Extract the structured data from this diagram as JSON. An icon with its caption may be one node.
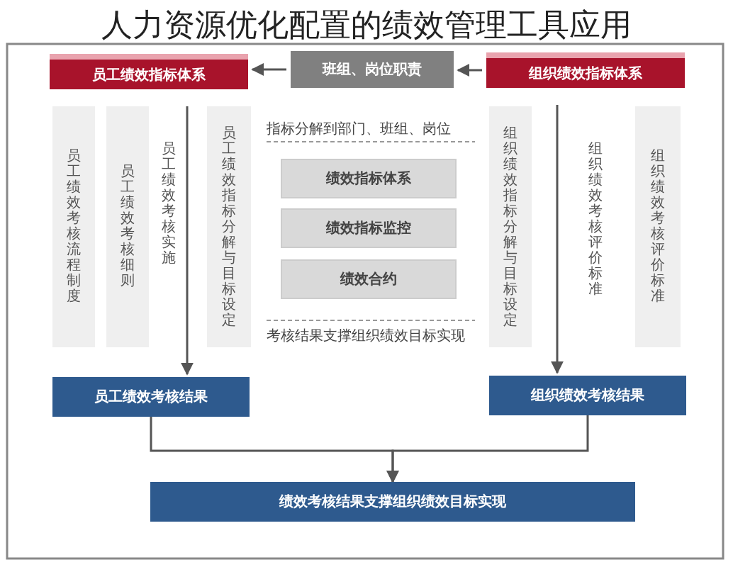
{
  "diagram": {
    "title": "人力资源优化配置的绩效管理工具应用",
    "nodes": [
      {
        "text": [
          "员工绩效指标体系"
        ]
      },
      {
        "text": [
          "班组、岗位职责"
        ]
      },
      {
        "text": [
          "组织绩效指标体系"
        ]
      },
      {
        "text": [
          "员工绩效考核流程制度"
        ]
      },
      {
        "text": [
          "员工绩效考核细则"
        ]
      },
      {
        "text": [
          "员工绩效指标分解与目标设定"
        ]
      },
      {
        "text": [
          "绩效指标体系"
        ]
      },
      {
        "text": [
          "绩效指标监控"
        ]
      },
      {
        "text": [
          "绩效合约"
        ]
      },
      {
        "text": [
          "组织绩效指标分解与目标设定"
        ]
      },
      {
        "text": [
          "组织绩效考核评价标准"
        ]
      },
      {
        "text": [
          "员工绩效考核结果"
        ]
      },
      {
        "text": [
          "组织绩效考核结果"
        ]
      },
      {
        "text": [
          "绩效考核结果支撑组织绩效目标实现"
        ]
      }
    ],
    "edges": [
      {
        "from": 1,
        "to": 0,
        "arrow": "to"
      },
      {
        "from": 2,
        "to": 1,
        "arrow": "to"
      },
      {
        "from": 0,
        "to": 11,
        "arrow": "to"
      },
      {
        "from": 2,
        "to": 12,
        "arrow": "to"
      },
      {
        "from": 11,
        "to": 13,
        "arrow": "to"
      },
      {
        "from": 12,
        "to": 13,
        "arrow": "to"
      }
    ],
    "labels": [
      "员工绩效考核实施",
      "指标分解到部门、班组、岗位",
      "考核结果支撑组织绩效目标实现",
      "组织绩效考核评价标准"
    ]
  }
}
